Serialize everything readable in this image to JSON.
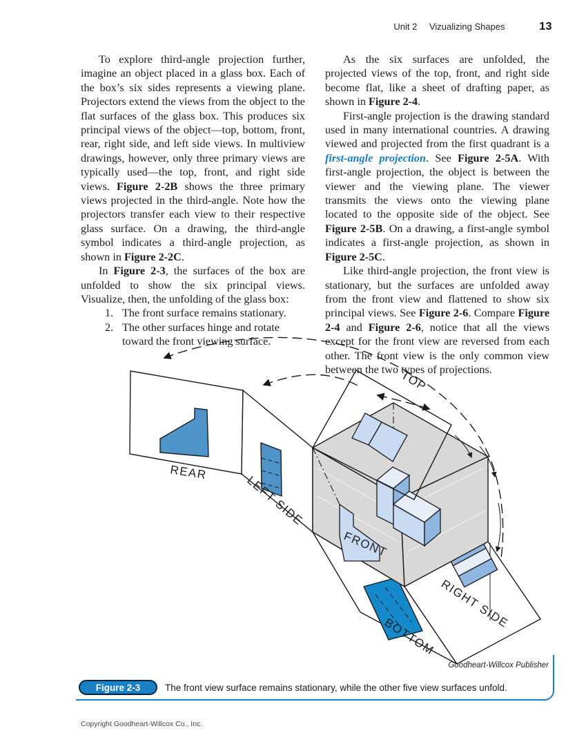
{
  "header": {
    "unit": "Unit 2",
    "section": "Vizualizing Shapes",
    "page_number": "13"
  },
  "columns": {
    "left": {
      "blocks": [
        {
          "type": "p",
          "segments": [
            {
              "t": "To explore third-angle projection further, imagine an object placed in a glass box. Each of the box’s six sides represents a viewing plane. Projectors extend the views from the object to the flat surfaces of the glass box. This produces six principal views of the object—top, bottom, front, rear, right side, and left side views. In multiview drawings, however, only three primary views are typically used—the top, front, and right side views. "
            },
            {
              "t": "Figure 2-2B",
              "b": true
            },
            {
              "t": " shows the three primary views projected in the third-angle. Note how the projectors transfer each view to their respective glass surface. On a drawing, the third-angle symbol indicates a third-angle projection, as shown in "
            },
            {
              "t": "Figure 2-2C",
              "b": true
            },
            {
              "t": "."
            }
          ]
        },
        {
          "type": "p",
          "segments": [
            {
              "t": "In "
            },
            {
              "t": "Figure 2-3",
              "b": true
            },
            {
              "t": ", the surfaces of the box are unfolded to show the six principal views. Visualize, then, the unfolding of the glass box:"
            }
          ]
        },
        {
          "type": "list",
          "items": [
            {
              "number": "1.",
              "text": "The front surface remains stationary."
            },
            {
              "number": "2.",
              "text": "The other surfaces hinge and rotate toward the front viewing surface."
            }
          ]
        }
      ]
    },
    "right": {
      "blocks": [
        {
          "type": "p",
          "segments": [
            {
              "t": "As the six surfaces are unfolded, the projected views of the top, front, and right side become flat, like a sheet of drafting paper, as shown in "
            },
            {
              "t": "Figure 2-4",
              "b": true
            },
            {
              "t": "."
            }
          ]
        },
        {
          "type": "p",
          "segments": [
            {
              "t": "First-angle projection is the drawing standard used in many international countries. A drawing viewed and projected from the first quadrant is a "
            },
            {
              "t": "first-angle projection",
              "term": true
            },
            {
              "t": ". See "
            },
            {
              "t": "Figure 2-5A",
              "b": true
            },
            {
              "t": ". With first-angle projection, the object is between the viewer and the viewing plane. The viewer transmits the views onto the viewing plane located to the opposite side of the object. See "
            },
            {
              "t": "Figure 2-5B",
              "b": true
            },
            {
              "t": ". On a drawing, a first-angle symbol indicates a first-angle projection, as shown in "
            },
            {
              "t": "Figure 2-5C",
              "b": true
            },
            {
              "t": "."
            }
          ]
        },
        {
          "type": "p",
          "segments": [
            {
              "t": "Like third-angle projection, the front view is stationary, but the surfaces are unfolded away from the front view and flattened to show six principal views. See "
            },
            {
              "t": "Figure 2-6",
              "b": true
            },
            {
              "t": ". Compare "
            },
            {
              "t": "Figure 2-4",
              "b": true
            },
            {
              "t": " and "
            },
            {
              "t": "Figure 2-6",
              "b": true
            },
            {
              "t": ", notice that all the views except for the front view are reversed from each other. The front view is the only common view between the two types of projections."
            }
          ]
        }
      ]
    }
  },
  "figure": {
    "badge": "Figure 2-3",
    "caption": "The front view surface remains stationary, while the other five view surfaces unfold.",
    "attribution": "Goodheart-Willcox Publisher",
    "labels": {
      "top": "TOP",
      "rear": "REAR",
      "left_side": "LEFT SIDE",
      "front": "FRONT",
      "right_side": "RIGHT SIDE",
      "bottom": "BOTTOM"
    }
  },
  "footer": {
    "copyright": "Copyright Goodheart-Willcox Co., Inc."
  },
  "colors": {
    "accent_blue": "#1b7fc4",
    "term_blue": "#1a7dc1",
    "panel_blue": "#4f94c9",
    "dark_blue": "#1489cb",
    "box_gray": "#d8d8d8",
    "light_blue": "#e8eef8",
    "mid_blue": "#c9dbf2",
    "medium_blue": "#8fb6e0"
  }
}
